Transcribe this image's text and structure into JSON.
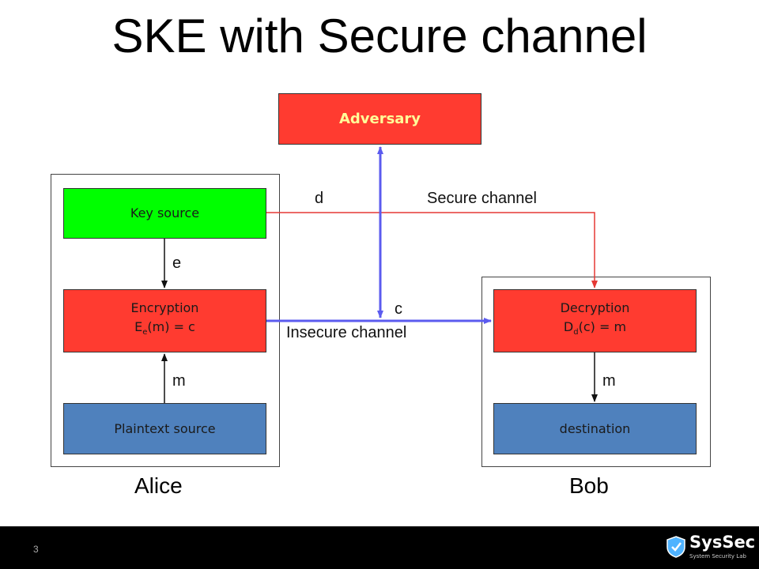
{
  "title": "SKE with Secure channel",
  "adversary": {
    "label": "Adversary"
  },
  "alice": {
    "name": "Alice",
    "key_source": "Key source",
    "encryption_line1": "Encryption",
    "encryption_fn": "E",
    "encryption_sub": "e",
    "encryption_rest": "(m) = c",
    "plaintext_source": "Plaintext source"
  },
  "bob": {
    "name": "Bob",
    "decryption_line1": "Decryption",
    "decryption_fn": "D",
    "decryption_sub": "d",
    "decryption_rest": "(c) = m",
    "destination": "destination"
  },
  "labels": {
    "d": "d",
    "secure_channel": "Secure channel",
    "e": "e",
    "c": "c",
    "insecure_channel": "Insecure channel",
    "m_alice": "m",
    "m_bob": "m"
  },
  "colors": {
    "secure_arrow": "#e53935",
    "insecure_arrow": "#5b5bef",
    "adversary_fill": "#ff3b30",
    "key_fill": "#00ff00",
    "plain_fill": "#4f81bd"
  },
  "footer": {
    "page_number": "3",
    "logo_sys": "SysSec",
    "logo_sec": "",
    "logo_sub": "System Security Lab"
  }
}
